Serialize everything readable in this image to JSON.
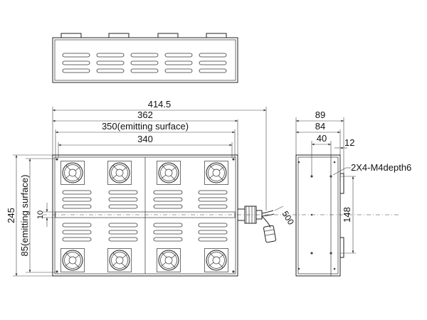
{
  "dimensions": {
    "top_overall": "414.5",
    "top_mid": "362",
    "top_emitting": "350(emitting surface)",
    "top_fan": "340",
    "left_overall": "245",
    "left_emitting": "85(emitting surface)",
    "left_small": "10",
    "cable": "500",
    "side_89": "89",
    "side_84": "84",
    "side_40": "40",
    "side_12": "12",
    "side_148": "148",
    "mount_note": "2X4-M4depth6"
  },
  "colors": {
    "line": "#222222",
    "background": "#ffffff"
  }
}
